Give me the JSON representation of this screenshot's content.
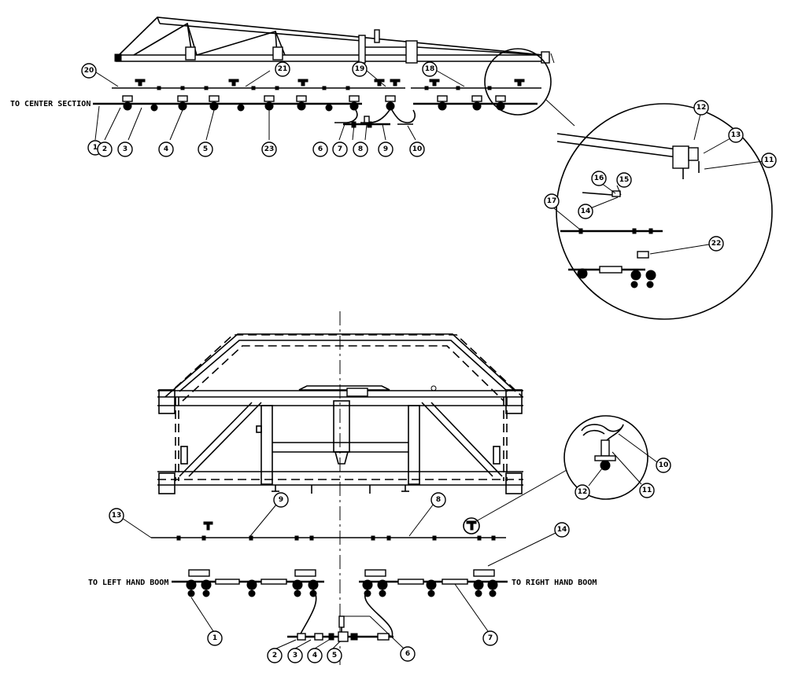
{
  "labels": {
    "to_center_section": "TO CENTER SECTION",
    "to_left_hand_boom": "TO LEFT HAND BOOM",
    "to_right_hand_boom": "TO RIGHT HAND BOOM"
  },
  "top_view": {
    "callouts": [
      "1",
      "2",
      "3",
      "4",
      "5",
      "6",
      "7",
      "8",
      "9",
      "10",
      "18",
      "19",
      "20",
      "21",
      "23"
    ]
  },
  "detail_top": {
    "callouts": [
      "11",
      "12",
      "13",
      "14",
      "15",
      "16",
      "17",
      "22"
    ]
  },
  "bottom_view": {
    "callouts": [
      "1",
      "2",
      "3",
      "4",
      "5",
      "6",
      "7",
      "8",
      "9",
      "13",
      "14"
    ]
  },
  "detail_bottom": {
    "callouts": [
      "10",
      "11",
      "12"
    ]
  }
}
